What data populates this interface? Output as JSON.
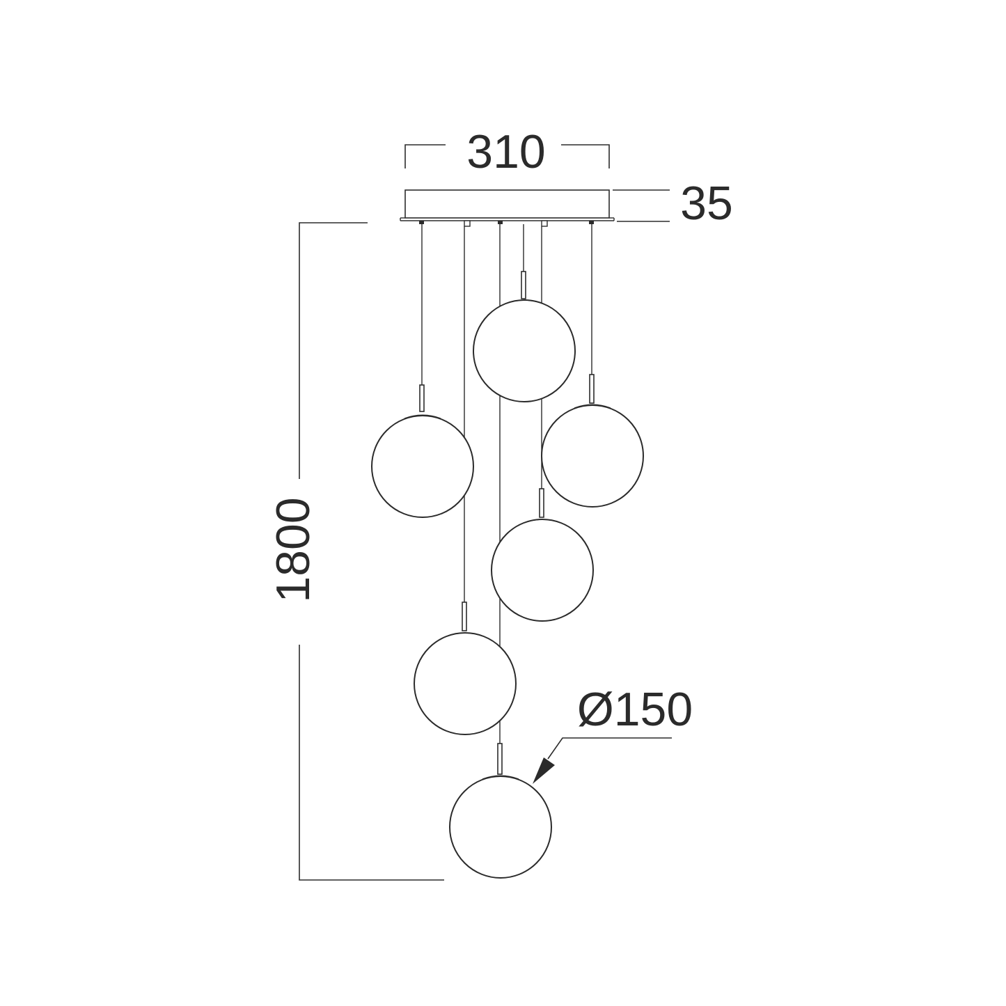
{
  "dimensions": {
    "width": "310",
    "canopy_height": "35",
    "overall_height": "1800",
    "globe_diameter": "Ø150"
  },
  "colors": {
    "line": "#2b2b2b",
    "background": "#ffffff"
  }
}
